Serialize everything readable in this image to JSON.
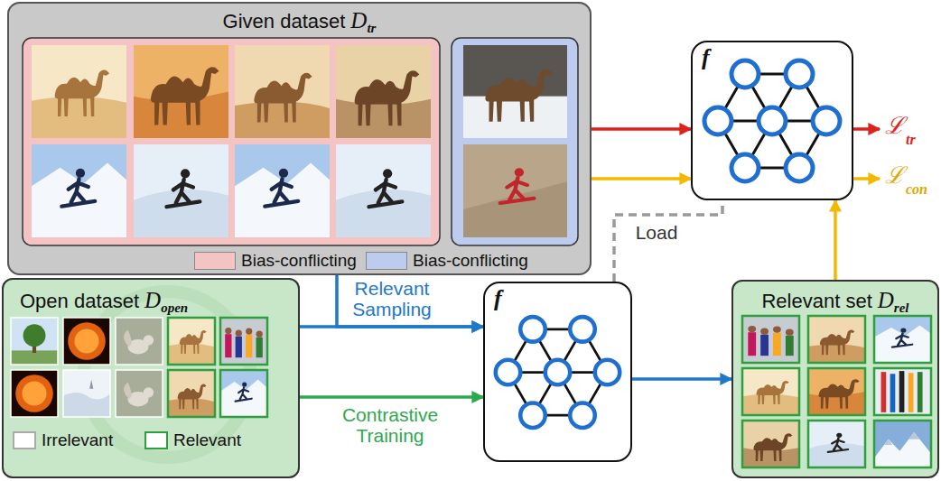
{
  "diagram": {
    "nodes": [
      {
        "text": [
          "Given dataset",
          "D",
          "tr"
        ]
      },
      {
        "text": [
          "f"
        ]
      },
      {
        "text": [
          "Open dataset",
          "D",
          "open"
        ]
      },
      {
        "text": [
          "f"
        ]
      },
      {
        "text": [
          "Relevant set",
          "D",
          "rel"
        ]
      }
    ],
    "edges": [
      {
        "from": 0,
        "to": 1,
        "arrow": "to"
      },
      {
        "from": 0,
        "to": 1,
        "arrow": "to"
      },
      {
        "from": 0,
        "to": 3,
        "label": "Relevant Sampling",
        "arrow": "to"
      },
      {
        "from": 2,
        "to": 3,
        "arrow": "to"
      },
      {
        "from": 2,
        "to": 3,
        "label": "Contrastive Training",
        "arrow": "to"
      },
      {
        "from": 3,
        "to": 4,
        "arrow": "to"
      },
      {
        "from": 3,
        "to": 1,
        "label": "Load",
        "arrow": "none"
      },
      {
        "from": 4,
        "to": 1,
        "arrow": "to"
      }
    ],
    "labels": [
      "ℒ",
      "tr",
      "ℒ",
      "con"
    ],
    "legend": [
      {
        "text": "Bias-conflicting",
        "color": "#f4c4c4"
      },
      {
        "text": "Bias-conflicting",
        "color": "#bccbee"
      },
      {
        "text": "Irrelevant"
      },
      {
        "text": "Relevant"
      }
    ]
  }
}
